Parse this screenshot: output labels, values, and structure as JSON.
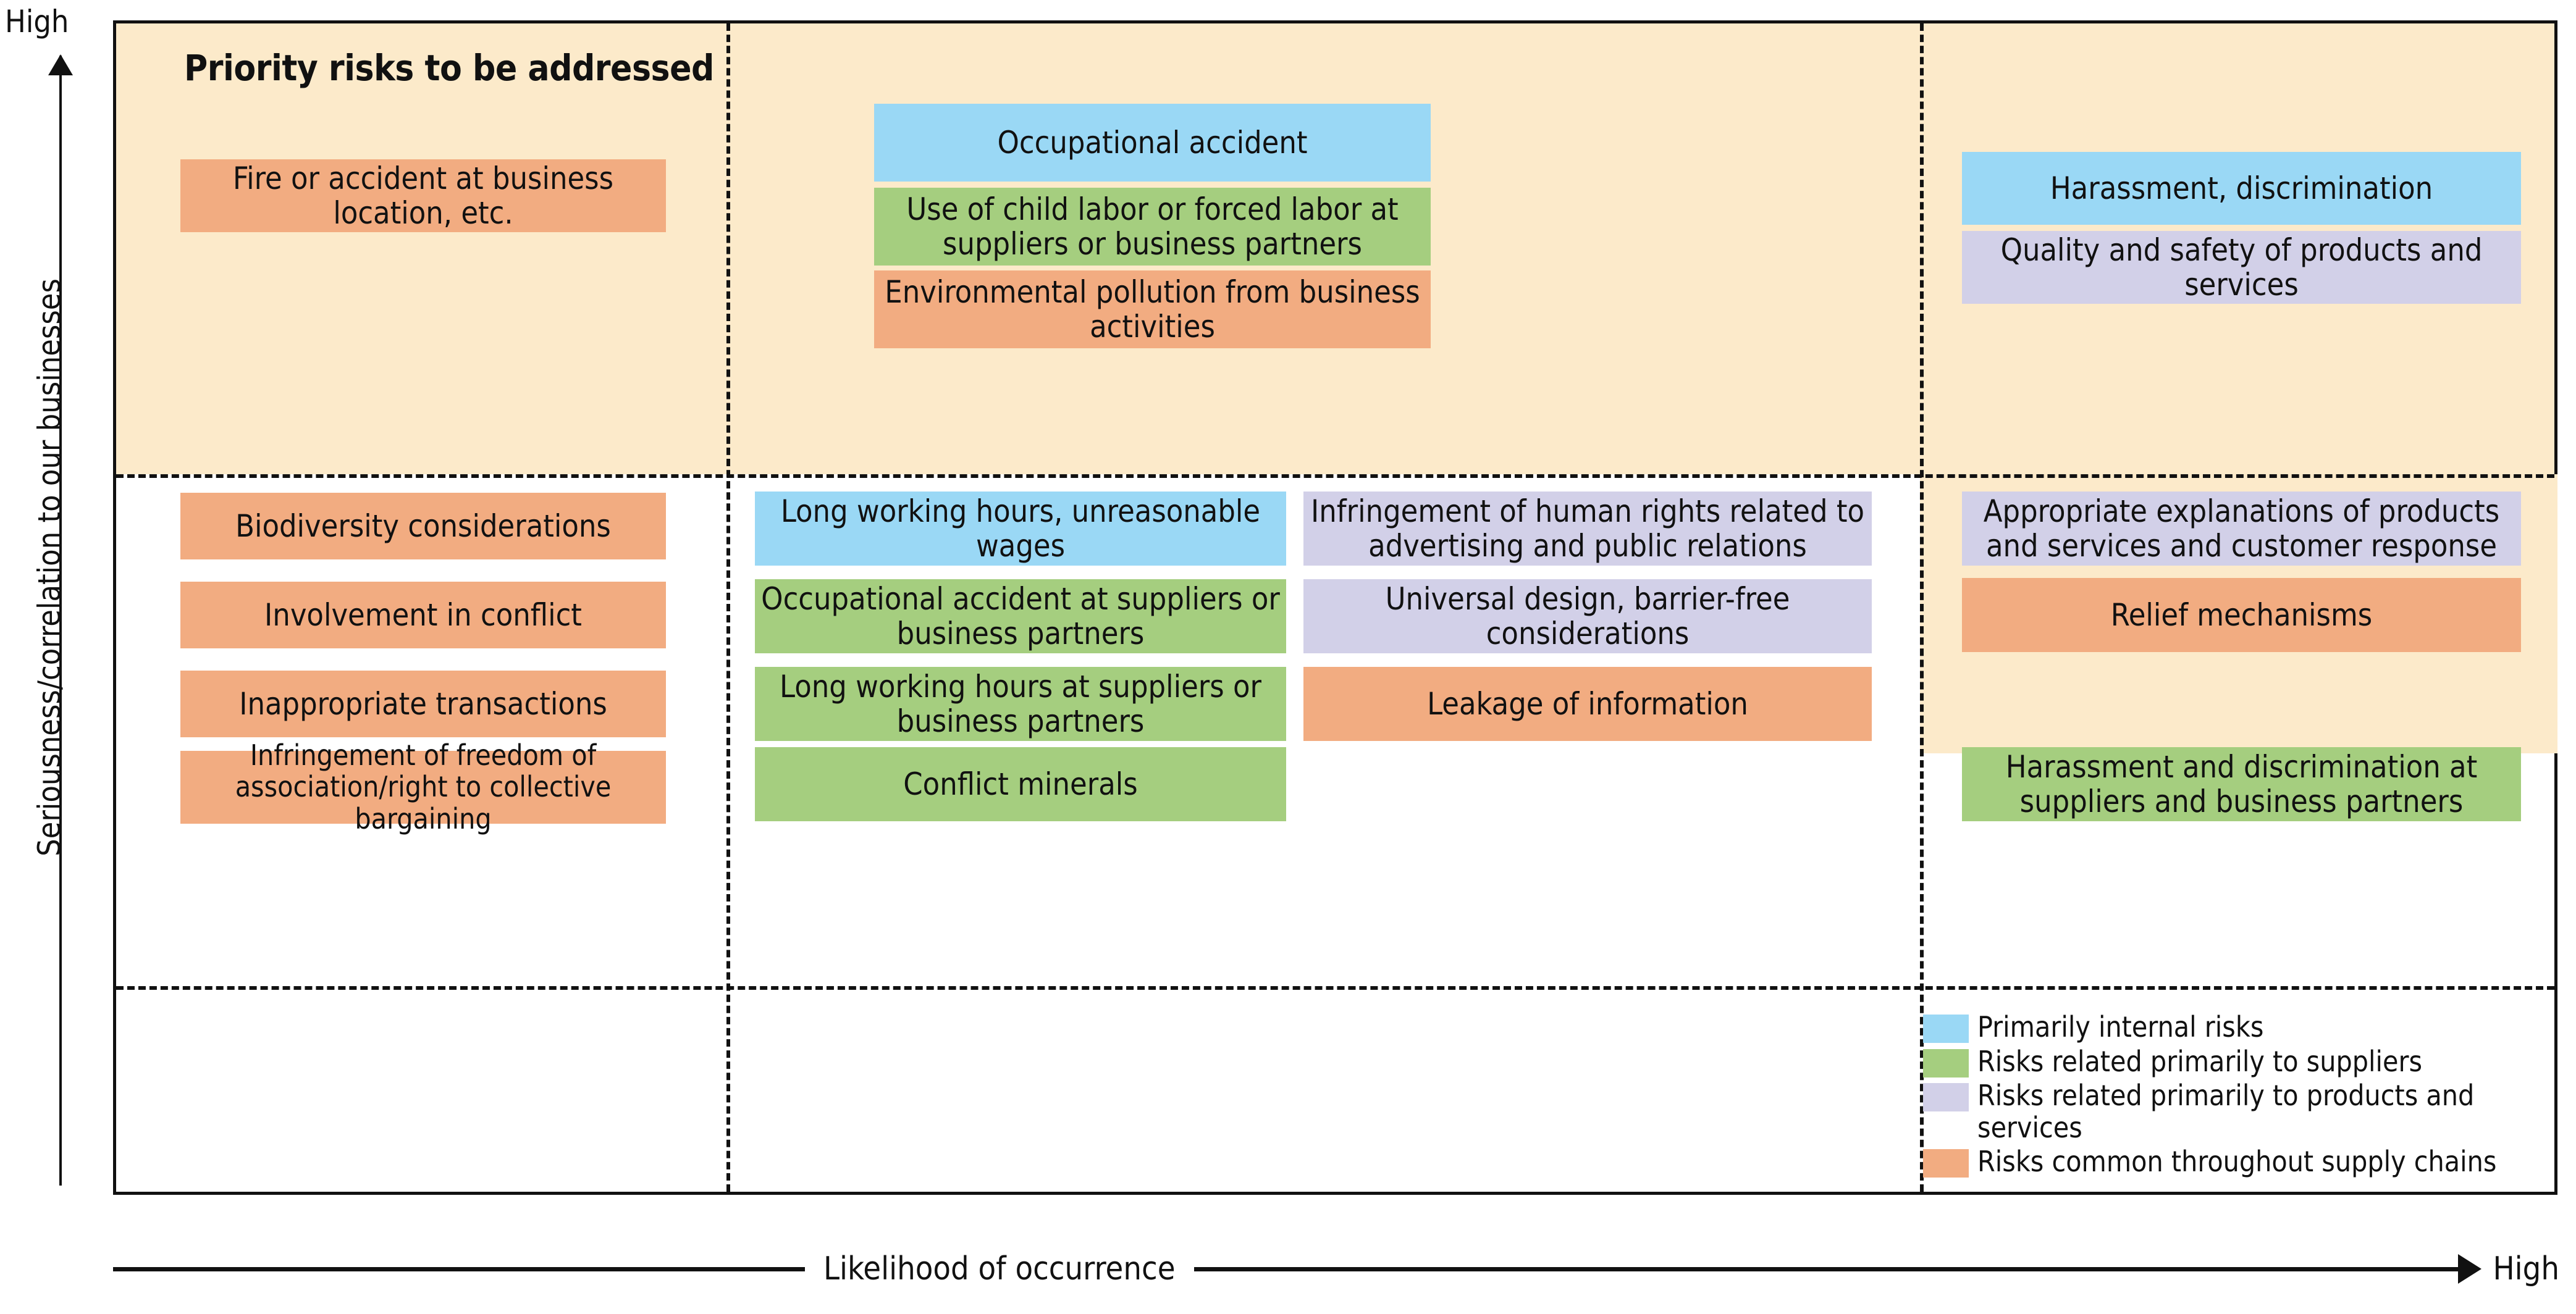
{
  "axes": {
    "y_top_label": "High",
    "y_title": "Seriousness/correlation to our businesses",
    "x_title": "Likelihood of occurrence",
    "x_right_label": "High"
  },
  "annotations": {
    "priority_title": "Priority risks to be addressed"
  },
  "legend": {
    "items": [
      {
        "color": "#9AD8F5",
        "label": "Primarily internal risks"
      },
      {
        "color": "#A5CE7F",
        "label": "Risks related primarily to suppliers"
      },
      {
        "color": "#D2D0E8",
        "label": "Risks related primarily to products and services"
      },
      {
        "color": "#F2AC81",
        "label": "Risks common throughout supply chains"
      }
    ]
  },
  "chart_data": {
    "type": "table",
    "title": "Priority risks to be addressed",
    "xlabel": "Likelihood of occurrence",
    "ylabel": "Seriousness/correlation to our businesses",
    "xlim": [
      "Low",
      "High"
    ],
    "ylim": [
      "Low",
      "High"
    ],
    "grid": "dashed 3x3 quadrant grid",
    "legend_position": "bottom-right",
    "categories": {
      "blue": "Primarily internal risks",
      "green": "Risks related primarily to suppliers",
      "purple": "Risks related primarily to products and services",
      "orange": "Risks common throughout supply chains"
    },
    "highlighted_region": "Priority risks to be addressed (cream shading: entire top row plus upper-right cells)",
    "items": [
      {
        "label": "Fire or accident at business location, etc.",
        "category": "orange",
        "seriousness": "high",
        "likelihood": "low"
      },
      {
        "label": "Occupational accident",
        "category": "blue",
        "seriousness": "high",
        "likelihood": "medium"
      },
      {
        "label": "Use of child labor or forced labor at suppliers or business partners",
        "category": "green",
        "seriousness": "high",
        "likelihood": "medium"
      },
      {
        "label": "Environmental pollution from business activities",
        "category": "orange",
        "seriousness": "high",
        "likelihood": "medium"
      },
      {
        "label": "Harassment, discrimination",
        "category": "blue",
        "seriousness": "high",
        "likelihood": "high"
      },
      {
        "label": "Quality and safety of products and services",
        "category": "purple",
        "seriousness": "high",
        "likelihood": "high"
      },
      {
        "label": "Biodiversity considerations",
        "category": "orange",
        "seriousness": "medium",
        "likelihood": "low"
      },
      {
        "label": "Involvement in conflict",
        "category": "orange",
        "seriousness": "medium",
        "likelihood": "low"
      },
      {
        "label": "Inappropriate transactions",
        "category": "orange",
        "seriousness": "medium",
        "likelihood": "low"
      },
      {
        "label": "Infringement of freedom of association/right to collective bargaining",
        "category": "orange",
        "seriousness": "medium",
        "likelihood": "low"
      },
      {
        "label": "Long working hours, unreasonable wages",
        "category": "blue",
        "seriousness": "medium",
        "likelihood": "medium"
      },
      {
        "label": "Occupational accident at suppliers or business partners",
        "category": "green",
        "seriousness": "medium",
        "likelihood": "medium"
      },
      {
        "label": "Long working hours at suppliers or business partners",
        "category": "green",
        "seriousness": "medium",
        "likelihood": "medium"
      },
      {
        "label": "Conflict minerals",
        "category": "green",
        "seriousness": "medium",
        "likelihood": "medium"
      },
      {
        "label": "Infringement of human rights related to advertising and public relations",
        "category": "purple",
        "seriousness": "medium",
        "likelihood": "medium-high"
      },
      {
        "label": "Universal design, barrier-free considerations",
        "category": "purple",
        "seriousness": "medium",
        "likelihood": "medium-high"
      },
      {
        "label": "Leakage of information",
        "category": "orange",
        "seriousness": "medium",
        "likelihood": "medium-high"
      },
      {
        "label": "Appropriate explanations of products and services and customer response",
        "category": "purple",
        "seriousness": "medium",
        "likelihood": "high"
      },
      {
        "label": "Relief mechanisms",
        "category": "orange",
        "seriousness": "medium",
        "likelihood": "high"
      },
      {
        "label": "Harassment and discrimination at suppliers and business partners",
        "category": "green",
        "seriousness": "medium-low",
        "likelihood": "high"
      }
    ]
  },
  "cells": {
    "top_left": [
      {
        "label": "Fire or accident at business location, etc.",
        "color": "orange"
      }
    ],
    "top_mid": [
      {
        "label": "Occupational accident",
        "color": "blue"
      },
      {
        "label": "Use of child labor or forced labor at suppliers or business partners",
        "color": "green"
      },
      {
        "label": "Environmental pollution from business activities",
        "color": "orange"
      }
    ],
    "top_right": [
      {
        "label": "Harassment, discrimination",
        "color": "blue"
      },
      {
        "label": "Quality and safety of products and services",
        "color": "purple"
      }
    ],
    "mid_left": [
      {
        "label": "Biodiversity considerations",
        "color": "orange"
      },
      {
        "label": "Involvement in conflict",
        "color": "orange"
      },
      {
        "label": "Inappropriate transactions",
        "color": "orange"
      },
      {
        "label": "Infringement of freedom of association/right to collective bargaining",
        "color": "orange"
      }
    ],
    "mid_mid": [
      {
        "label": "Long working hours, unreasonable wages",
        "color": "blue"
      },
      {
        "label": "Occupational accident at suppliers or business partners",
        "color": "green"
      },
      {
        "label": "Long working hours at suppliers or business partners",
        "color": "green"
      },
      {
        "label": "Conflict minerals",
        "color": "green"
      }
    ],
    "mid_mid2": [
      {
        "label": "Infringement of human rights related to advertising and public relations",
        "color": "purple"
      },
      {
        "label": "Universal design, barrier-free considerations",
        "color": "purple"
      },
      {
        "label": "Leakage of information",
        "color": "orange"
      }
    ],
    "mid_right": [
      {
        "label": "Appropriate explanations of products and services and customer response",
        "color": "purple"
      },
      {
        "label": "Relief mechanisms",
        "color": "orange"
      },
      {
        "label": "Harassment and discrimination at suppliers and business partners",
        "color": "green"
      }
    ]
  }
}
